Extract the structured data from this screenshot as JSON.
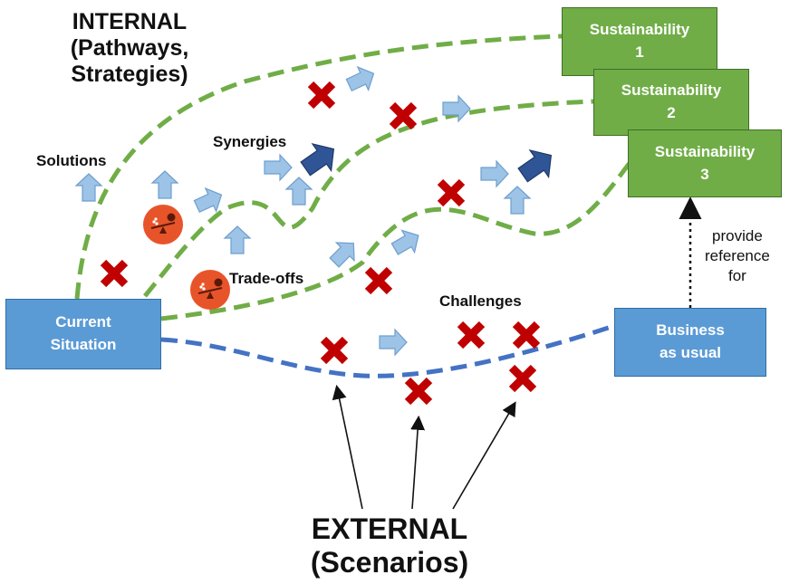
{
  "internal_heading": {
    "line1": "INTERNAL",
    "line2": "(Pathways,",
    "line3": "Strategies)"
  },
  "external_heading": {
    "line1": "EXTERNAL",
    "line2": "(Scenarios)"
  },
  "labels": {
    "solutions": "Solutions",
    "synergies": "Synergies",
    "tradeoffs": "Trade-offs",
    "challenges": "Challenges",
    "provide_reference": {
      "line1": "provide",
      "line2": "reference",
      "line3": "for"
    }
  },
  "boxes": {
    "current_situation": {
      "line1": "Current",
      "line2": "Situation"
    },
    "business_as_usual": {
      "line1": "Business",
      "line2": "as usual"
    },
    "sustainability": [
      {
        "line1": "Sustainability",
        "line2": "1"
      },
      {
        "line1": "Sustainability",
        "line2": "2"
      },
      {
        "line1": "Sustainability",
        "line2": "3"
      }
    ]
  },
  "icons": {
    "arrow": "light-blue-arrow-icon",
    "dark_arrow": "dark-blue-arrow-icon",
    "cross": "red-cross-icon",
    "balance": "balance-scale-icon"
  },
  "colors": {
    "pathway_green": "#70ad47",
    "bau_blue": "#4472c4",
    "box_green": "#70ad47",
    "box_blue": "#5b9bd5",
    "arrow_light": "#9dc3e6",
    "arrow_dark": "#2f5597",
    "cross_red": "#c00000",
    "balance_orange": "#e8542a"
  }
}
